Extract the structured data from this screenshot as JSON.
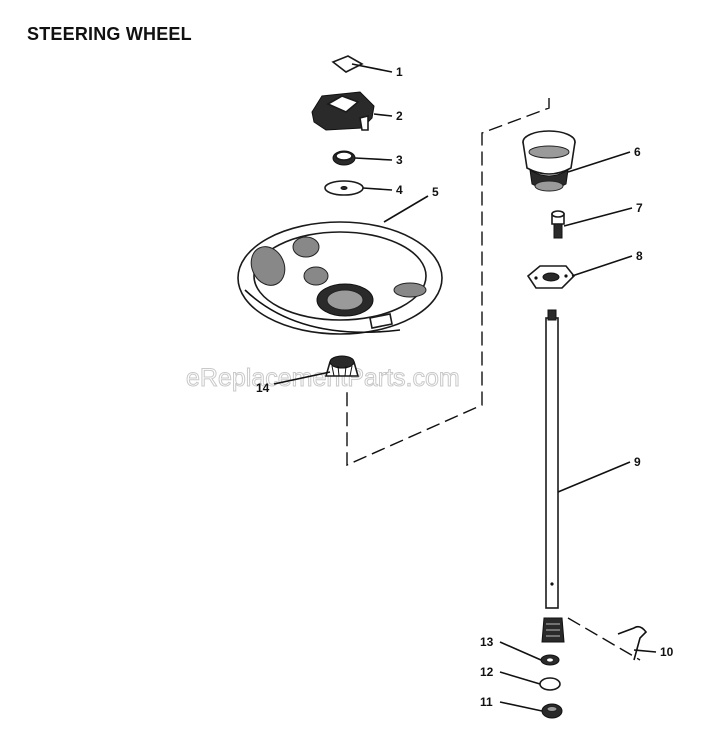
{
  "title": "STEERING WHEEL",
  "watermark": "eReplacementParts.com",
  "callouts": [
    {
      "id": "c1",
      "label": "1"
    },
    {
      "id": "c2",
      "label": "2"
    },
    {
      "id": "c3",
      "label": "3"
    },
    {
      "id": "c4",
      "label": "4"
    },
    {
      "id": "c5",
      "label": "5"
    },
    {
      "id": "c6",
      "label": "6"
    },
    {
      "id": "c7",
      "label": "7"
    },
    {
      "id": "c8",
      "label": "8"
    },
    {
      "id": "c9",
      "label": "9"
    },
    {
      "id": "c10",
      "label": "10"
    },
    {
      "id": "c11",
      "label": "11"
    },
    {
      "id": "c12",
      "label": "12"
    },
    {
      "id": "c13",
      "label": "13"
    },
    {
      "id": "c14",
      "label": "14"
    }
  ]
}
